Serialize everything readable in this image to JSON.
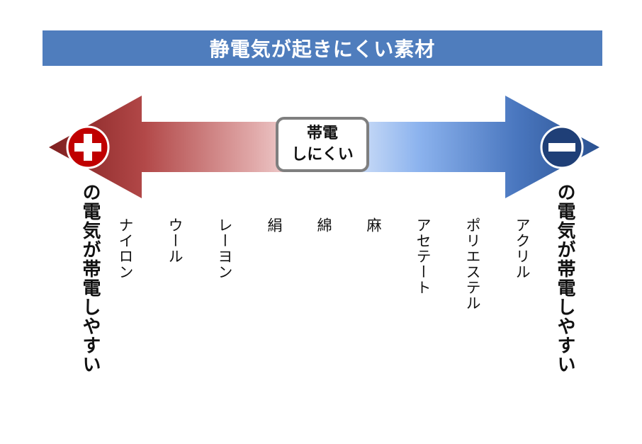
{
  "title": "静電気が起きにくい素材",
  "center_label": {
    "line1": "帯電",
    "line2": "しにくい"
  },
  "left_side": {
    "label": "の電気が帯電しやすい",
    "symbol": "plus-icon",
    "color": "#c00000"
  },
  "right_side": {
    "label": "の電気が帯電しやすい",
    "symbol": "minus-icon",
    "color": "#1f3f77"
  },
  "materials": [
    {
      "name": "ナイロン"
    },
    {
      "name": "ウール"
    },
    {
      "name": "レーヨン"
    },
    {
      "name": "絹"
    },
    {
      "name": "綿"
    },
    {
      "name": "麻"
    },
    {
      "name": "アセテート"
    },
    {
      "name": "ポリエステル"
    },
    {
      "name": "アクリル"
    }
  ],
  "colors": {
    "title_bar": "#4f7dbd",
    "left_arrow": "#8b2222",
    "right_arrow": "#2c5694",
    "box_border": "#7f7f7f"
  }
}
